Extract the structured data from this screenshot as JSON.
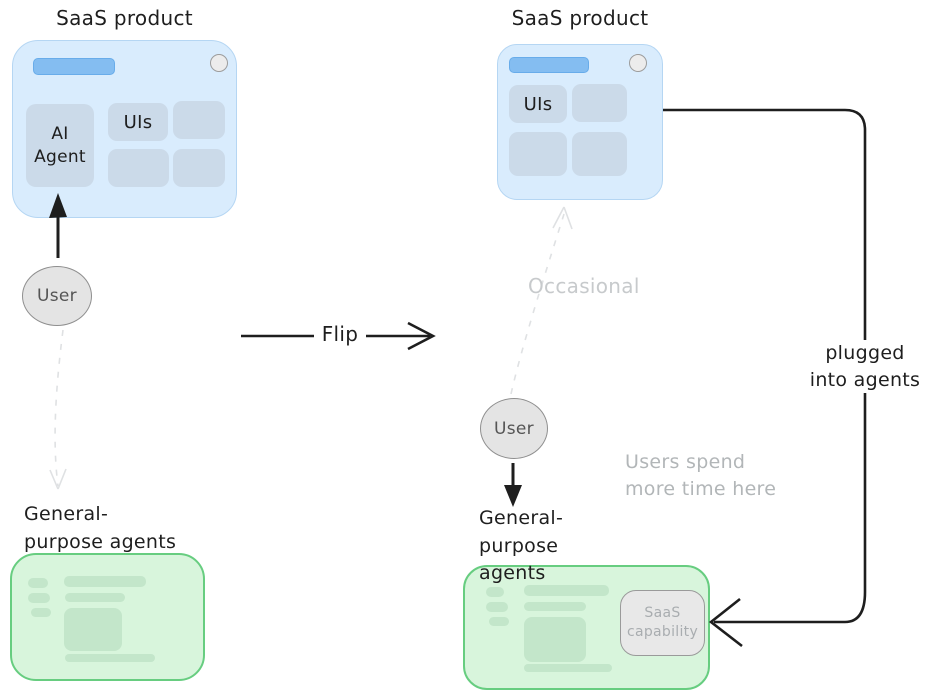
{
  "left": {
    "title": "SaaS product",
    "ai_agent": "AI Agent",
    "uis": "UIs",
    "user": "User",
    "agents": "General-purpose agents"
  },
  "flip_label": "Flip",
  "right": {
    "title": "SaaS product",
    "uis": "UIs",
    "occasional": "Occasional",
    "user": "User",
    "users_spend": "Users spend more time here",
    "agents": "General-purpose agents",
    "capability": "SaaS capability",
    "plugged": "plugged into agents"
  },
  "colors": {
    "ink": "#1e1e1e",
    "window_fill": "#d9ecfd",
    "window_border": "#b5d6f3",
    "window_bar": "#84bdf1",
    "window_bar_border": "#68acea",
    "window_block": "#cbdae9",
    "green_fill": "#d8f5dc",
    "green_border": "#67cd80",
    "green_block": "#c3e6ca",
    "grey_fill": "#e8e8e8",
    "grey_border": "#9a9a9a",
    "muted_text": "#b2b6b8",
    "faint_text": "#c7cacc",
    "dashed_arrow": "#dfe1e3"
  }
}
